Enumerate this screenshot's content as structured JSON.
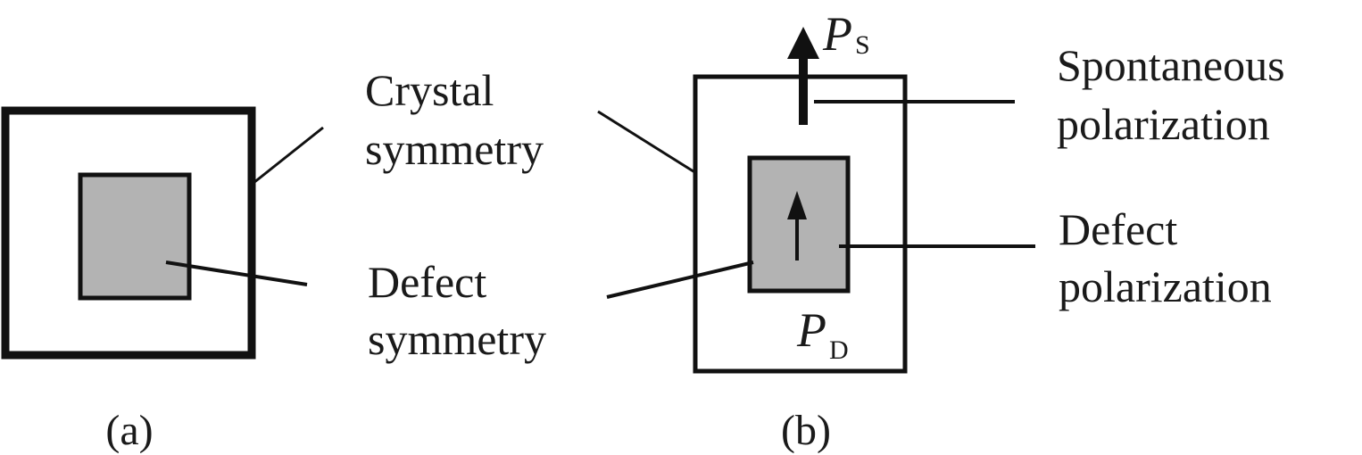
{
  "panel_a": {
    "caption": "(a)",
    "labels": {
      "crystal_symmetry": [
        "Crystal",
        "symmetry"
      ],
      "defect_symmetry": [
        "Defect",
        "symmetry"
      ]
    }
  },
  "panel_b": {
    "caption": "(b)",
    "spontaneous_symbol": "P",
    "spontaneous_subscript": "S",
    "defect_symbol": "P",
    "defect_subscript": "D",
    "labels": {
      "spontaneous_polarization": [
        "Spontaneous",
        "polarization"
      ],
      "defect_polarization": [
        "Defect",
        "polarization"
      ]
    }
  },
  "colors": {
    "ink": "#111111",
    "defect_fill": "#b3b3b3",
    "background": "#ffffff"
  }
}
